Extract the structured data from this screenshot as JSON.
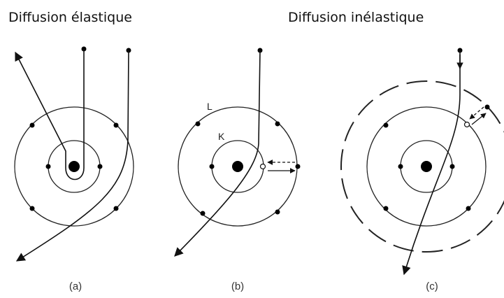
{
  "titles": {
    "left": "Diffusion élastique",
    "right": "Diffusion inélastique"
  },
  "panels": {
    "a": {
      "label": "(a)"
    },
    "b": {
      "label": "(b)",
      "shell_outer": "L",
      "shell_inner": "K"
    },
    "c": {
      "label": "(c)"
    }
  },
  "colors": {
    "ink": "#111111",
    "background": "#ffffff"
  }
}
